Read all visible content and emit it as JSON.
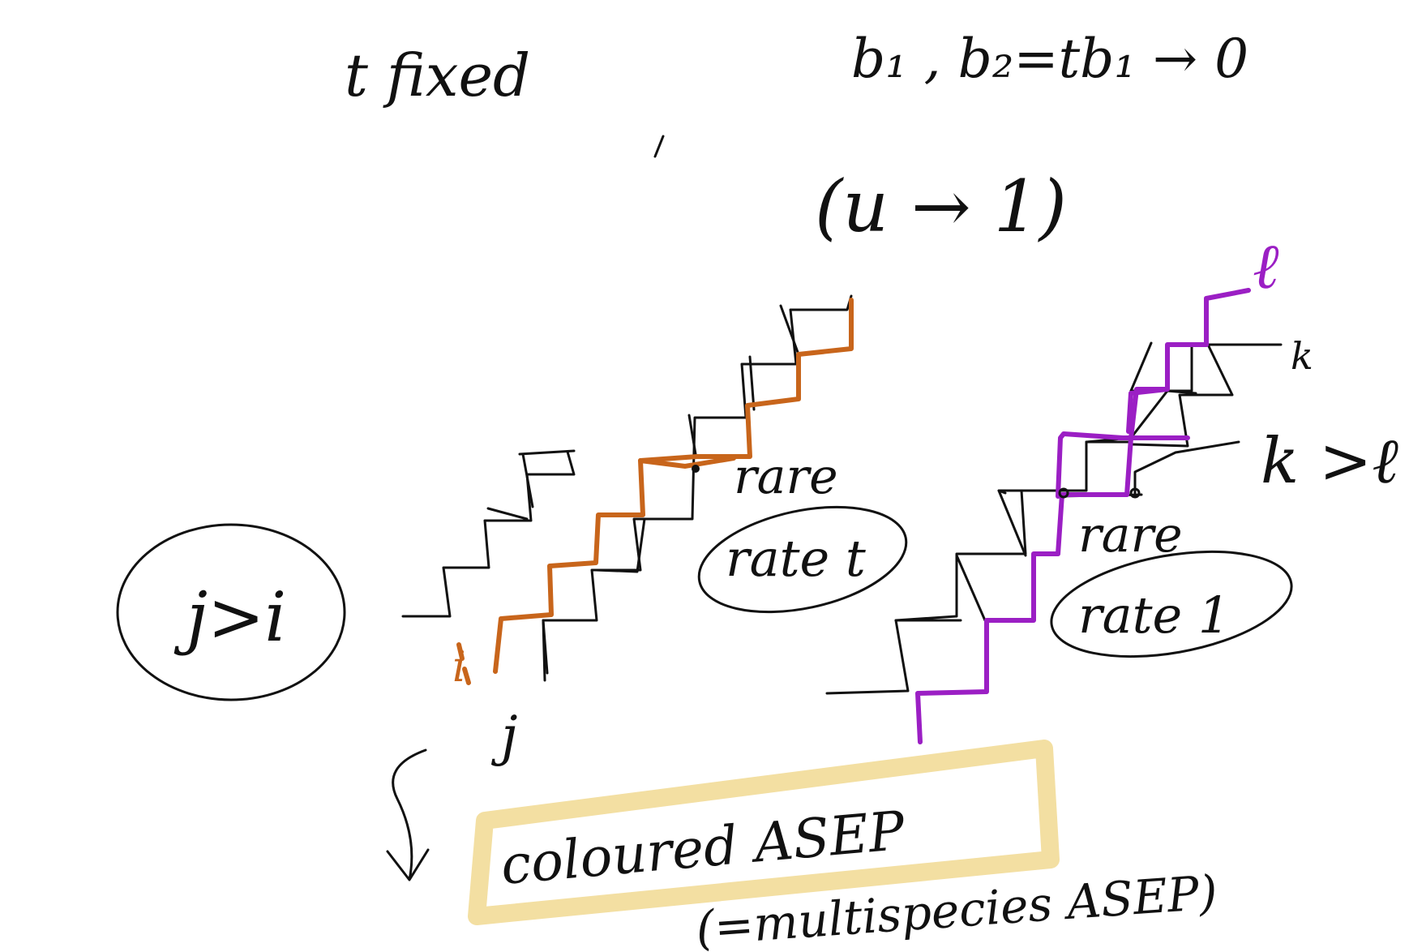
{
  "header": {
    "t_fixed": "t   fixed",
    "limit": "b₁ , b₂=tb₁ → 0",
    "u_limit": "(u → 1)"
  },
  "left_panel": {
    "condition": "j>i",
    "label_i": "i",
    "label_j": "j",
    "rare": "rare",
    "rate": "rate t"
  },
  "right_panel": {
    "label_l": "ℓ",
    "label_k": "k",
    "condition": "k >ℓ",
    "rare": "rare",
    "rate": "rate 1"
  },
  "bottom": {
    "boxed": "coloured   ASEP",
    "note": "(=multispecies ASEP)"
  },
  "colors": {
    "ink": "#111111",
    "orange_path": "#c8651b",
    "purple_path": "#9b1fc4",
    "highlight": "#f3dfa2"
  }
}
